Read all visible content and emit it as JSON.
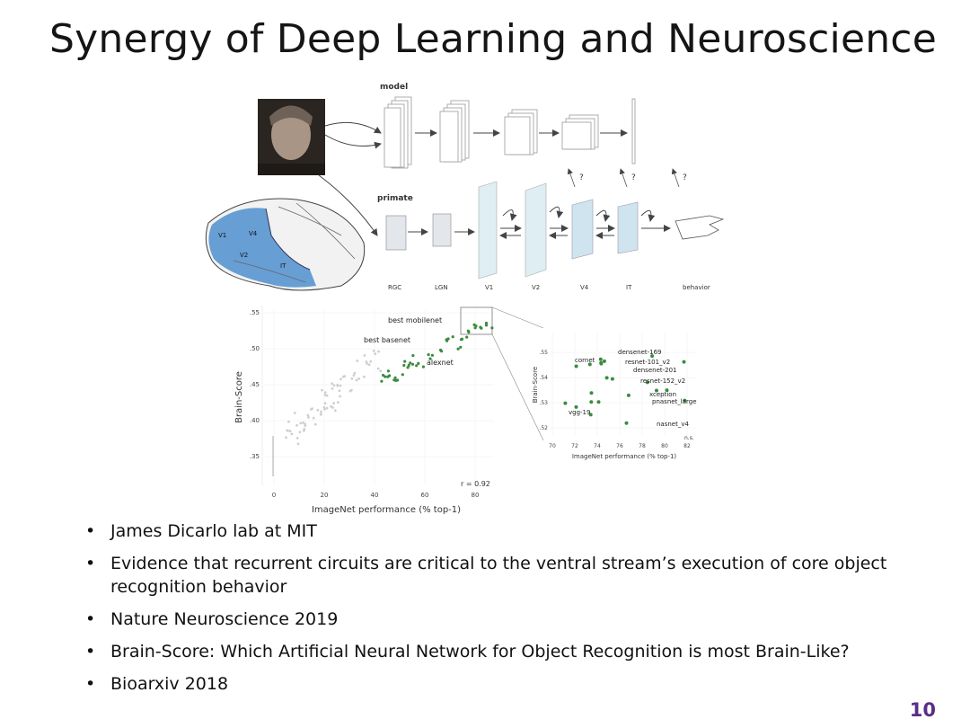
{
  "slide": {
    "title": "Synergy of Deep Learning and Neuroscience",
    "page_number": "10"
  },
  "figure": {
    "model_label": "model",
    "primate_label": "primate",
    "question_mark": "?",
    "stage_labels": [
      "RGC",
      "LGN",
      "V1",
      "V2",
      "V4",
      "IT",
      "behavior"
    ],
    "brain_area_labels": [
      "V1",
      "V4",
      "V2",
      "IT"
    ]
  },
  "main_plot": {
    "y_axis_label": "Brain-Score",
    "x_axis_label": "ImageNet performance (% top-1)",
    "y_ticks": [
      ".35",
      ".40",
      ".45",
      ".50",
      ".55"
    ],
    "x_ticks": [
      "0",
      "20",
      "40",
      "60",
      "80"
    ],
    "r_value": "r = 0.92",
    "annotations": [
      "best mobilenet",
      "best basenet",
      "alexnet"
    ]
  },
  "inset_plot": {
    "y_axis_label": "Brain-Score",
    "x_axis_label": "ImageNet performance (% top-1)",
    "y_ticks": [
      ".52",
      ".53",
      ".54",
      ".55"
    ],
    "x_ticks": [
      "70",
      "72",
      "74",
      "76",
      "78",
      "80",
      "82"
    ],
    "significance_label": "n.s.",
    "annotations": [
      "cornet",
      "densenet-169",
      "resnet-101_v2",
      "densenet-201",
      "resnet-152_v2",
      "xception",
      "pnasnet_large",
      "nasnet_v4",
      "vgg-19"
    ]
  },
  "bullets": [
    "James Dicarlo lab at MIT",
    "Evidence that recurrent circuits are critical to the ventral stream’s execution of core object recognition behavior",
    "Nature Neuroscience 2019",
    "Brain-Score: Which Artificial Neural Network for Object Recognition is most Brain-Like?",
    "Bioarxiv 2018"
  ],
  "colors": {
    "page_number": "#5b2d86",
    "model_points": "#3a8c3f",
    "brain_fill": "#4f8fcf"
  }
}
